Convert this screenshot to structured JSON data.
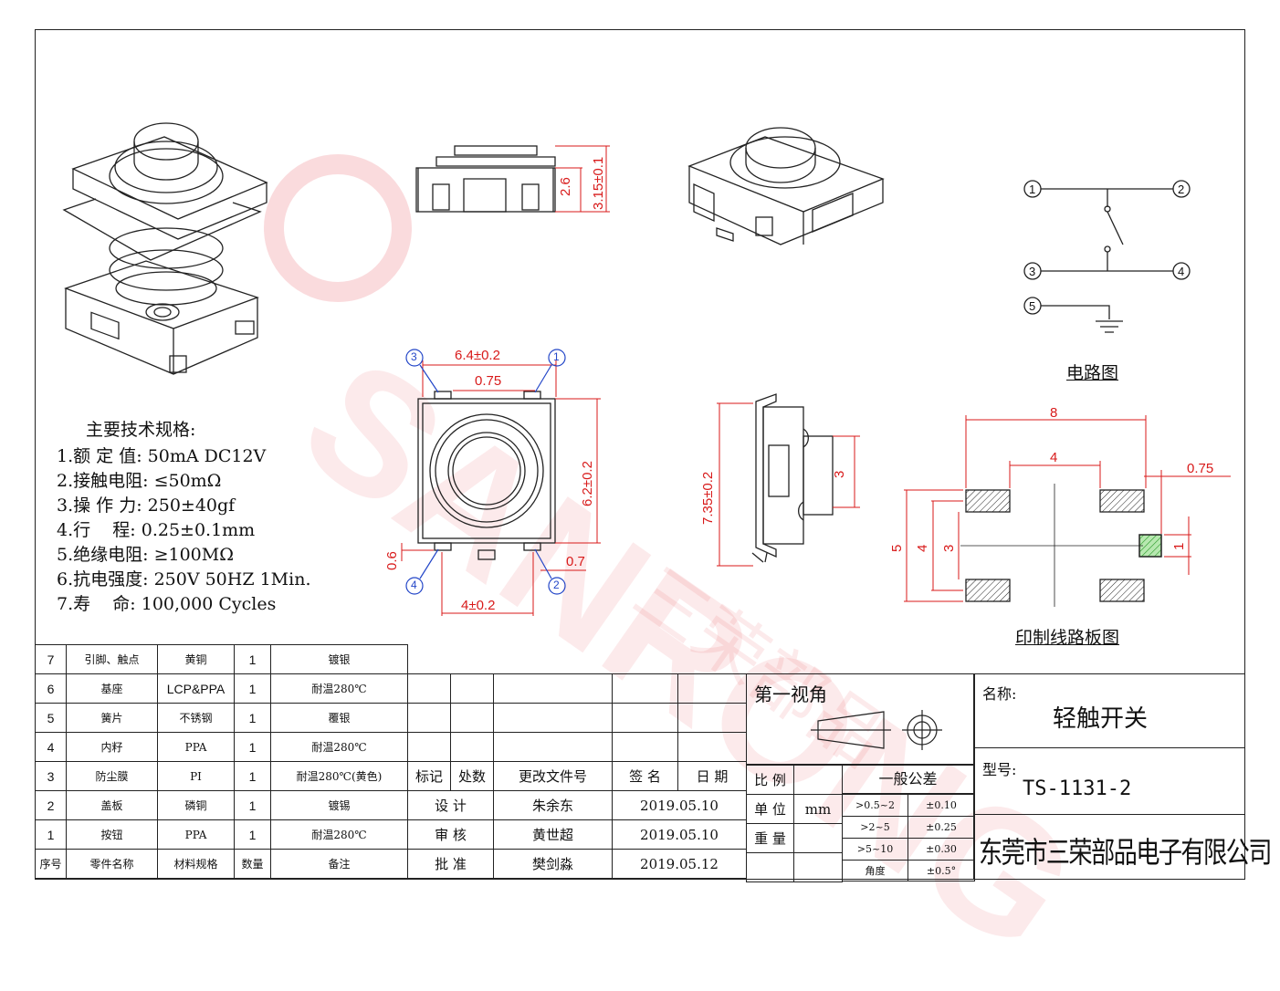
{
  "watermark": {
    "brand": "SANRONG",
    "cn": "三荣部品"
  },
  "views": {
    "side_dims": [
      "2.6",
      "3.15±0.1"
    ],
    "top_dims": [
      "6.4±0.2",
      "0.75",
      "6.2±0.2",
      "0.6",
      "0.7",
      "4±0.2"
    ],
    "pin_numbers": [
      "3",
      "1",
      "4",
      "2"
    ],
    "profile_dims": [
      "7.35±0.2",
      "3"
    ],
    "pcb_dims": [
      "8",
      "4",
      "0.75",
      "5",
      "4",
      "3",
      "1"
    ]
  },
  "circuit": {
    "pins": [
      "1",
      "2",
      "3",
      "4",
      "5"
    ],
    "caption": "电路图"
  },
  "pcb_caption": "印制线路板图",
  "specs": {
    "title": "主要技术规格:",
    "lines": [
      "1.额 定 值: 50mA DC12V",
      "2.接触电阻: ≤50mΩ",
      "3.操 作 力: 250±40gf",
      "4.行    程: 0.25±0.1mm",
      "5.绝缘电阻: ≥100MΩ",
      "6.抗电强度: 250V 50HZ 1Min.",
      "7.寿    命: 100,000 Cycles"
    ]
  },
  "bom": {
    "rows": [
      [
        "7",
        "引脚、触点",
        "黄铜",
        "1",
        "镀银"
      ],
      [
        "6",
        "基座",
        "LCP&PPA",
        "1",
        "耐温280℃"
      ],
      [
        "5",
        "簧片",
        "不锈钢",
        "1",
        "覆银"
      ],
      [
        "4",
        "内籽",
        "PPA",
        "1",
        "耐温280℃"
      ],
      [
        "3",
        "防尘膜",
        "PI",
        "1",
        "耐温280℃(黄色)"
      ],
      [
        "2",
        "盖板",
        "磷铜",
        "1",
        "镀锡"
      ],
      [
        "1",
        "按钮",
        "PPA",
        "1",
        "耐温280℃"
      ]
    ],
    "header": [
      "序号",
      "零件名称",
      "材料规格",
      "数量",
      "备注"
    ]
  },
  "revision": {
    "header": [
      "标记",
      "处数",
      "更改文件号",
      "签 名",
      "日 期"
    ],
    "rows": [
      [
        "设   计",
        "朱余东",
        "2019.05.10"
      ],
      [
        "审   核",
        "黄世超",
        "2019.05.10"
      ],
      [
        "批   准",
        "樊剑淼",
        "2019.05.12"
      ]
    ]
  },
  "scale": {
    "projection": "第一视角",
    "labels": [
      "比 例",
      "单 位",
      "重 量"
    ],
    "unit": "mm"
  },
  "tolerance": {
    "title": "一般公差",
    "rows": [
      [
        ">0.5~2",
        "±0.10"
      ],
      [
        ">2~5",
        "±0.25"
      ],
      [
        ">5~10",
        "±0.30"
      ],
      [
        "角度",
        "±0.5°"
      ]
    ]
  },
  "title_block": {
    "name_label": "名称:",
    "name": "轻触开关",
    "model_label": "型号:",
    "model": "TS-1131-2",
    "company": "东莞市三荣部品电子有限公司"
  }
}
